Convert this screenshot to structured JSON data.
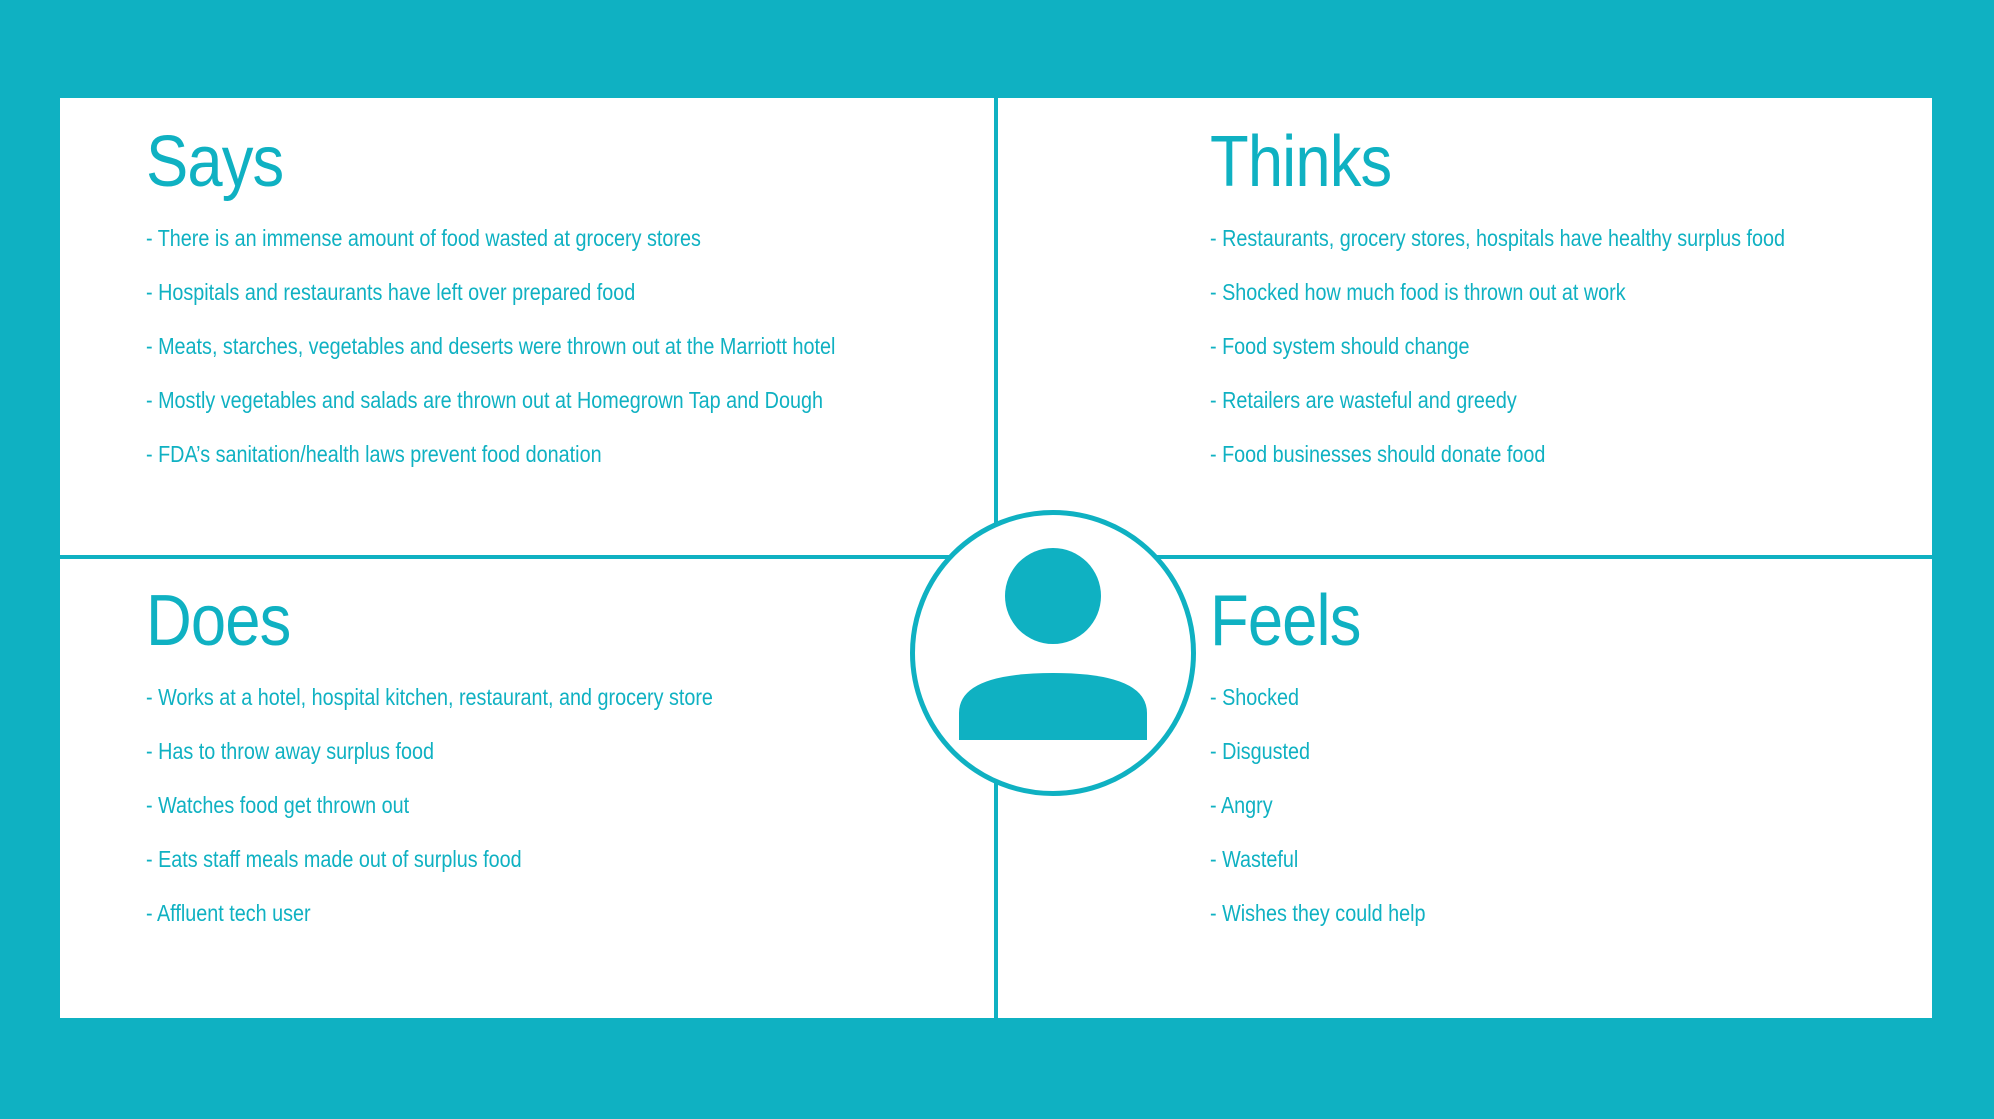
{
  "colors": {
    "background": "#0fb1c2",
    "board": "#ffffff",
    "accent": "#0fb1c2"
  },
  "avatar": {
    "icon": "person-icon"
  },
  "quadrants": {
    "says": {
      "title": "Says",
      "items": [
        "- There is an immense amount of food wasted at grocery stores",
        "- Hospitals and restaurants have left over prepared food",
        "- Meats, starches, vegetables and deserts were thrown out at the Marriott hotel",
        "- Mostly vegetables and salads are thrown out at Homegrown Tap and Dough",
        "- FDA’s sanitation/health laws prevent food donation"
      ]
    },
    "thinks": {
      "title": "Thinks",
      "items": [
        "- Restaurants, grocery stores, hospitals have healthy surplus food",
        "- Shocked how much food is thrown out at work",
        "- Food system should change",
        "- Retailers are wasteful and greedy",
        "- Food businesses should donate food"
      ]
    },
    "does": {
      "title": "Does",
      "items": [
        "- Works at a hotel, hospital kitchen, restaurant, and grocery store",
        "- Has to throw away surplus food",
        "- Watches food get thrown out",
        "- Eats staff meals made out of surplus food",
        "- Affluent tech user"
      ]
    },
    "feels": {
      "title": "Feels",
      "items": [
        "- Shocked",
        "- Disgusted",
        "- Angry",
        "- Wasteful",
        "- Wishes they could help"
      ]
    }
  }
}
